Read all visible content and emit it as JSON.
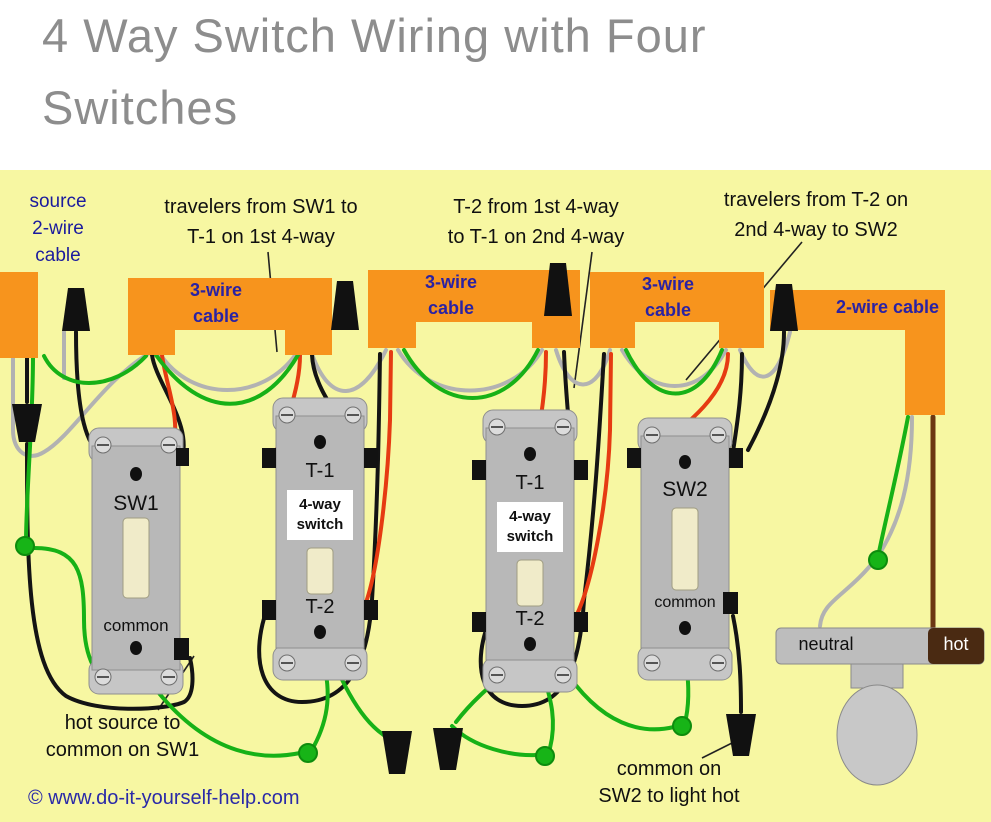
{
  "title": {
    "text": "4 Way Switch Wiring with Four\nSwitches"
  },
  "labels": {
    "source_cable": "source\n2-wire\ncable",
    "travelers_sw1": "travelers from SW1 to\nT-1 on 1st 4-way",
    "t2_to_t1": "T-2 from 1st 4-way\nto T-1 on 2nd 4-way",
    "travelers_t2": "travelers from T-2 on\n2nd 4-way to SW2",
    "cable1": "3-wire\ncable",
    "cable2": "3-wire\ncable",
    "cable3": "3-wire\ncable",
    "cable4": "2-wire cable",
    "hot_source": "hot source to\ncommon on SW1",
    "common_sw2": "common on\nSW2 to light hot"
  },
  "switches": {
    "sw1": {
      "name": "SW1",
      "common": "common"
    },
    "fourway1": {
      "top": "T-1",
      "type": "4-way\nswitch",
      "bottom": "T-2"
    },
    "fourway2": {
      "top": "T-1",
      "type": "4-way\nswitch",
      "bottom": "T-2"
    },
    "sw2": {
      "name": "SW2",
      "common": "common"
    }
  },
  "light": {
    "neutral": "neutral",
    "hot": "hot"
  },
  "footer": {
    "copyright": "© www.do-it-yourself-help.com"
  },
  "colors": {
    "accent_orange": "#f7941d",
    "background_yellow": "#f7f7a2",
    "label_navy": "#1b1b9e",
    "wire_black": "#141414",
    "wire_red": "#e63b12",
    "wire_green": "#17b117",
    "wire_neutral": "#b2b2b2",
    "wire_hot_brown": "#6b3712"
  }
}
